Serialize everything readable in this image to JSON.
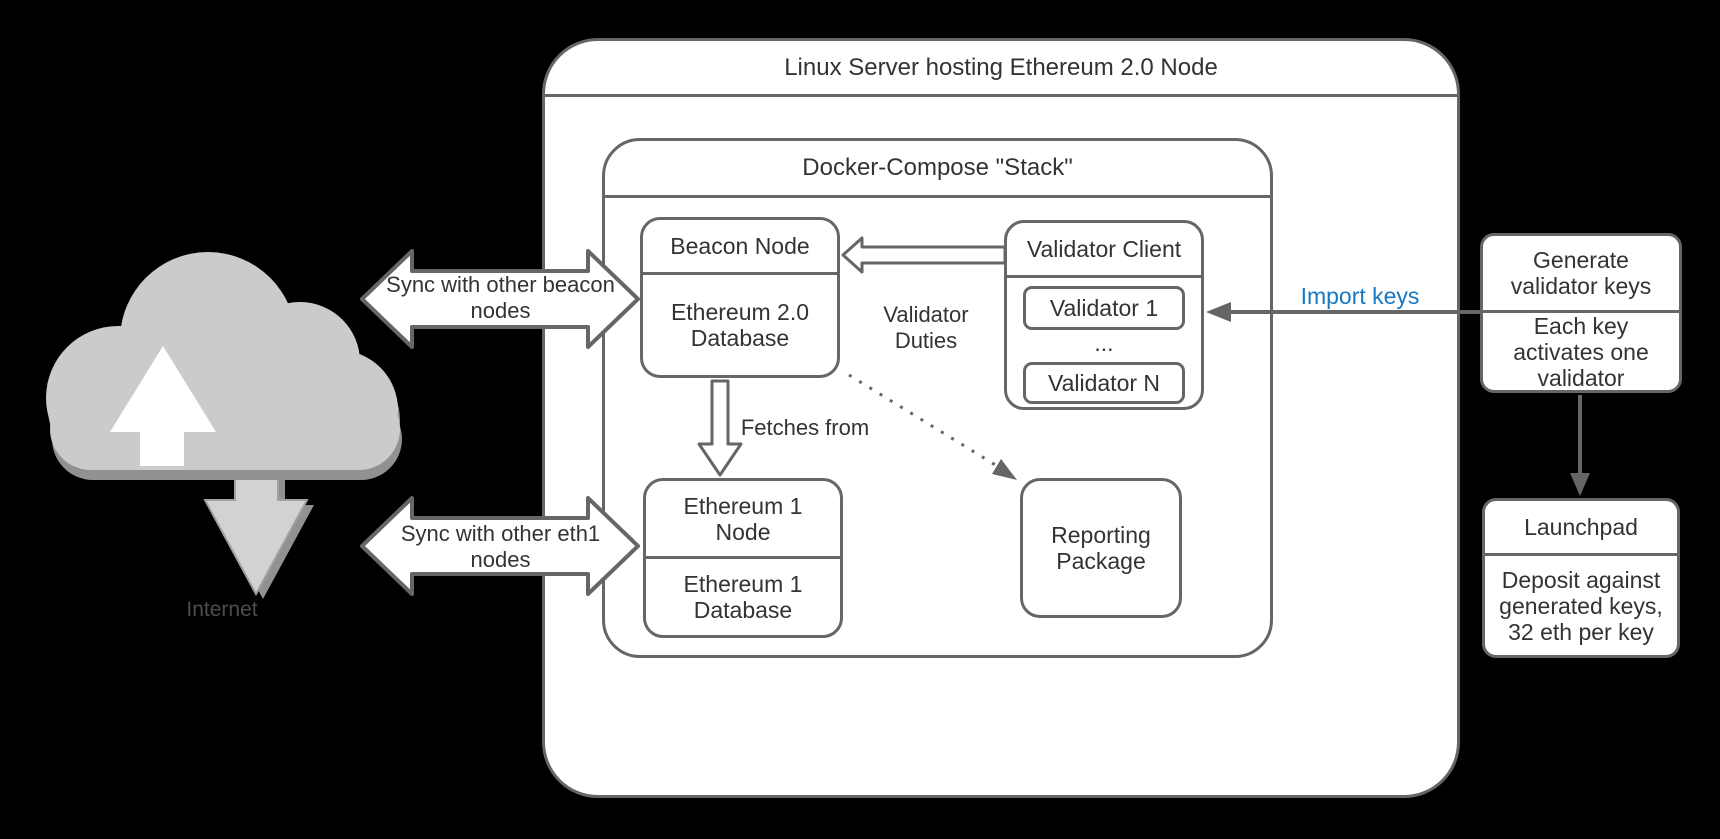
{
  "background": "#000000",
  "colors": {
    "box_border": "#666666",
    "box_fill": "#ffffff",
    "text": "#333333",
    "import_keys_blue": "#1878c2",
    "cloud_fill": "#cbcbcb",
    "cloud_shadow": "#919191",
    "download_arrow_fill": "#d2d2d2",
    "upload_arrow_fill": "#ffffff",
    "internet_label": "#4d4d4d"
  },
  "outer_box": {
    "title": "Linux Server hosting Ethereum 2.0 Node"
  },
  "docker_stack": {
    "title": "Docker-Compose \"Stack\""
  },
  "nodes": {
    "beacon": {
      "title": "Beacon Node",
      "body": "Ethereum 2.0 Database"
    },
    "validator_client": {
      "title": "Validator Client",
      "items": [
        "Validator 1",
        "...",
        "Validator N"
      ]
    },
    "eth1": {
      "title": "Ethereum 1 Node",
      "body": "Ethereum 1 Database"
    },
    "reporting": {
      "label": "Reporting Package"
    },
    "keygen": {
      "top": "Generate validator keys",
      "bottom": "Each key activates one validator"
    },
    "launchpad": {
      "title": "Launchpad",
      "body": "Deposit against generated keys, 32 eth per key"
    }
  },
  "edges": {
    "sync_beacon": "Sync with other beacon nodes",
    "sync_eth1": "Sync with other eth1 nodes",
    "import_keys": "Import keys",
    "validator_duties": "Validator Duties",
    "fetches_from": "Fetches from"
  },
  "cloud": {
    "label": "Internet"
  }
}
